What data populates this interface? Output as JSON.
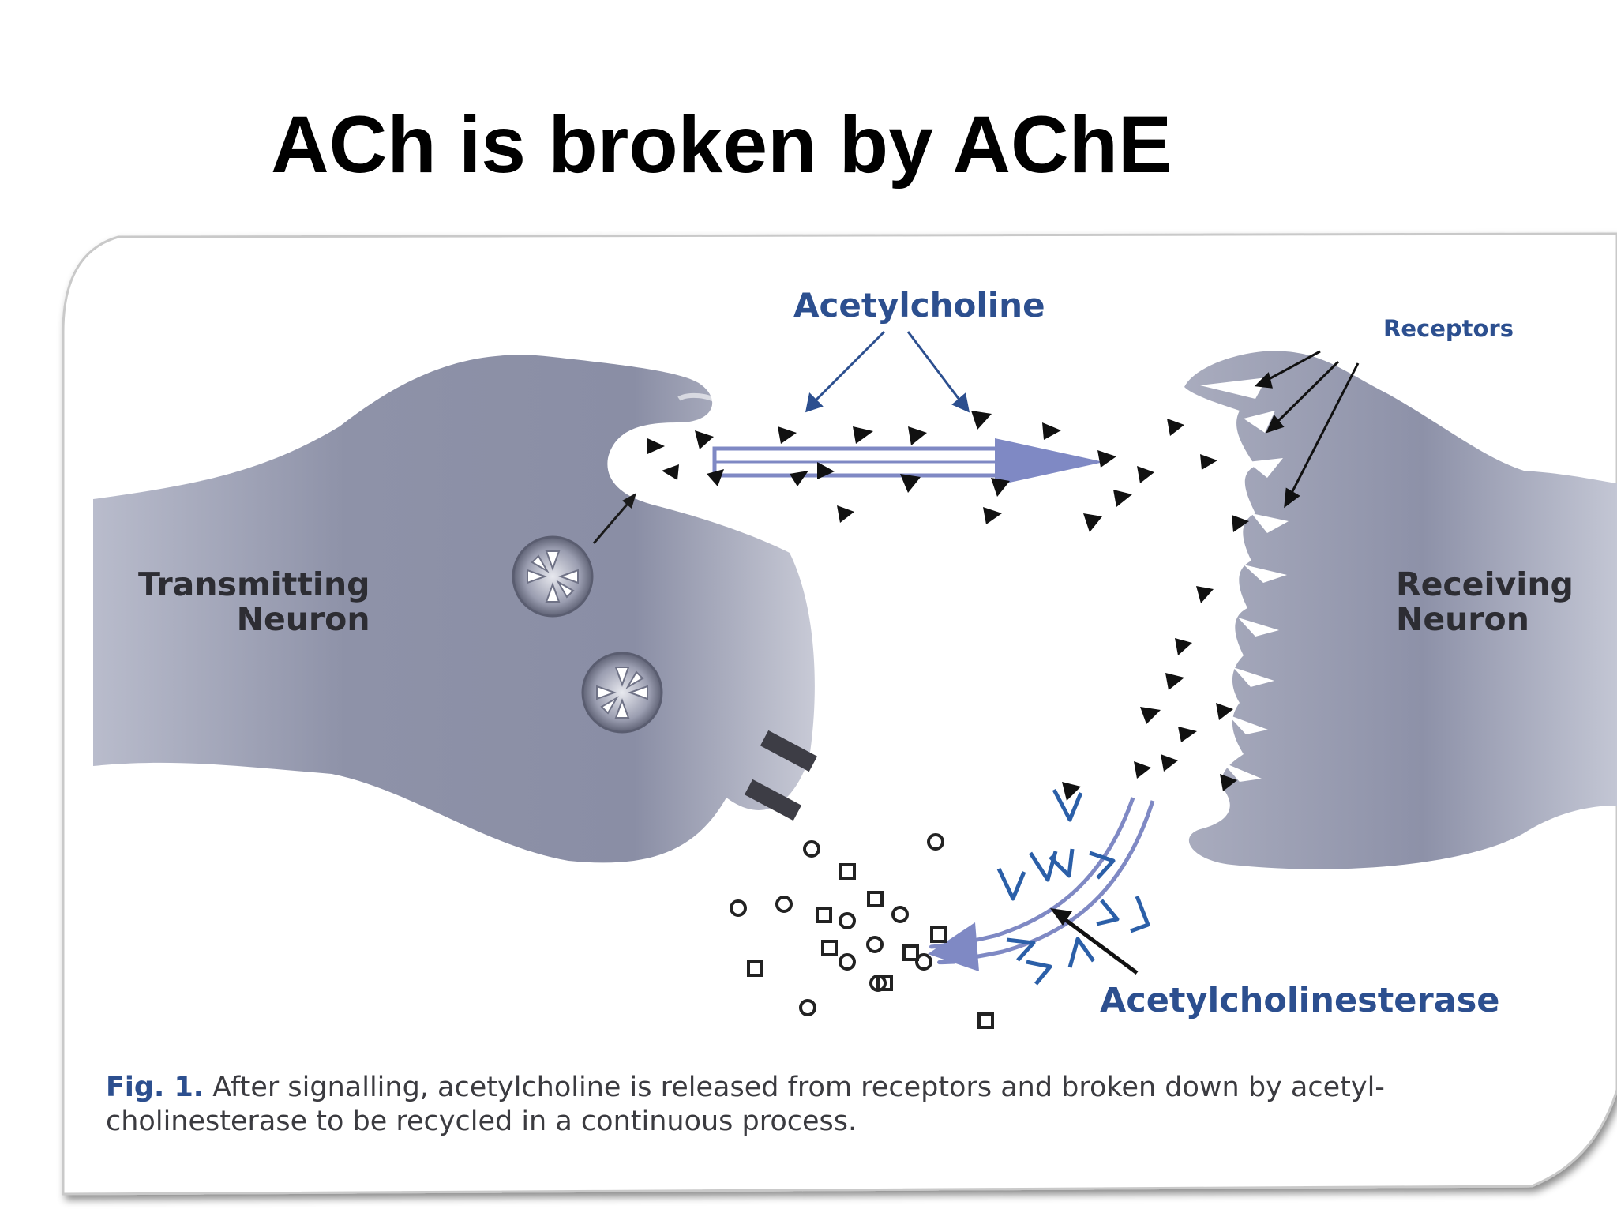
{
  "slide": {
    "title": "ACh is broken by AChE"
  },
  "figure": {
    "labels": {
      "acetylcholine": "Acetylcholine",
      "receptors": "Receptors",
      "transmitting_neuron_line1": "Transmitting",
      "transmitting_neuron_line2": "Neuron",
      "receiving_neuron_line1": "Receiving",
      "receiving_neuron_line2": "Neuron",
      "acetylcholinesterase": "Acetylcholinesterase"
    },
    "caption": {
      "figure_number": "Fig. 1.",
      "text": "After signalling, acetylcholine is released from receptors and broken down by acetyl-cholinesterase to be recycled in a continuous process."
    },
    "colors": {
      "label_blue": "#2c4f8f",
      "neuron_gray": "#8a8fa6",
      "arrow_blue": "#7f89c4",
      "enzyme_blue": "#2b5fa8"
    }
  }
}
